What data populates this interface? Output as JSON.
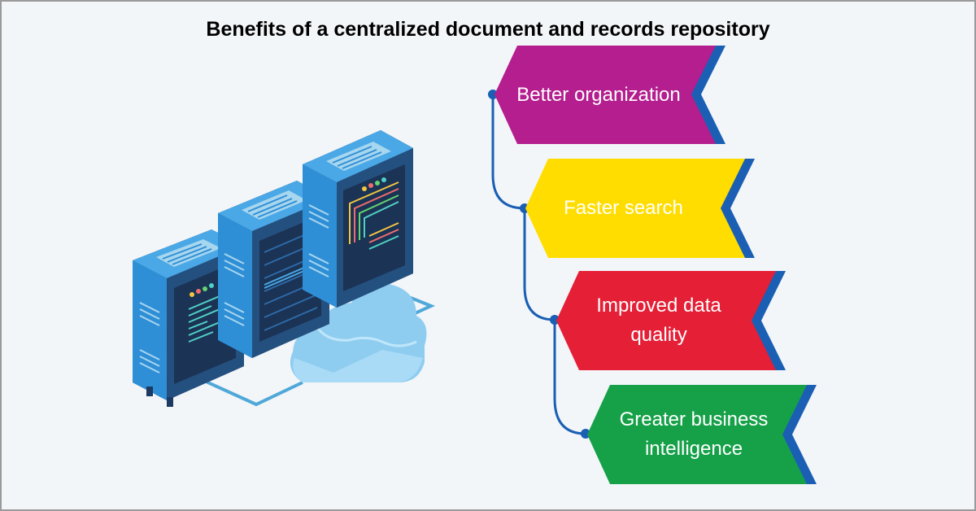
{
  "title": "Benefits of a centralized document and records repository",
  "benefits": [
    {
      "label": "Better organization",
      "color": "#b41e8e"
    },
    {
      "label": "Faster search",
      "color": "#ffdd00"
    },
    {
      "label": "Improved data quality",
      "color": "#e41f36"
    },
    {
      "label": "Greater business intelligence",
      "color": "#16a149"
    }
  ],
  "colors": {
    "accent_blue": "#1a5fb4",
    "server_blue": "#2f8fd6",
    "server_dark": "#1d3a63",
    "cloud": "#9fd6f5"
  }
}
